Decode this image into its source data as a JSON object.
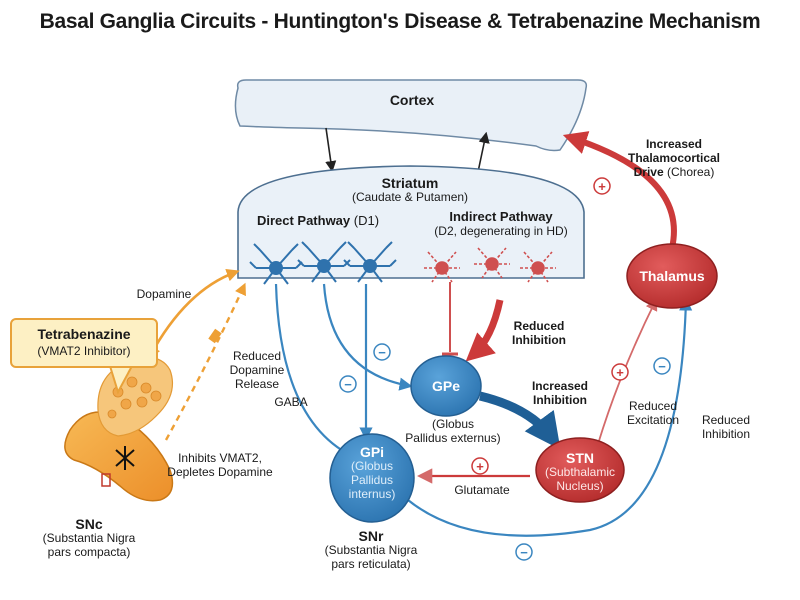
{
  "title": "Basal Ganglia Circuits - Huntington's Disease & Tetrabenazine Mechanism",
  "nodes": {
    "cortex": "Cortex",
    "striatum": {
      "name": "Striatum",
      "sub": "(Caudate & Putamen)"
    },
    "direct": {
      "name": "Direct Pathway",
      "receptor": "(D1)"
    },
    "indirect": {
      "name": "Indirect Pathway",
      "sub": "(D2, degenerating in HD)"
    },
    "gpe": {
      "abbr": "GPe",
      "full_1": "(Globus",
      "full_2": "Pallidus externus)"
    },
    "gpi": {
      "abbr": "GPi",
      "full_1": "(Globus",
      "full_2": "Pallidus",
      "full_3": "internus)"
    },
    "stn": {
      "abbr": "STN",
      "full_1": "(Subthalamic",
      "full_2": "Nucleus)"
    },
    "thalamus": "Thalamus",
    "snc": {
      "abbr": "SNc",
      "full_1": "(Substantia Nigra",
      "full_2": "pars compacta)"
    },
    "snr": {
      "abbr": "SNr",
      "full_1": "(Substantia Nigra",
      "full_2": "pars reticulata)"
    }
  },
  "drug": {
    "name": "Tetrabenazine",
    "sub": "(VMAT2 Inhibitor)"
  },
  "labels": {
    "dopamine": "Dopamine",
    "reduced_dopamine_1": "Reduced",
    "reduced_dopamine_2": "Dopamine",
    "reduced_dopamine_3": "Release",
    "gaba": "GABA",
    "reduced_inhibition_1": "Reduced",
    "reduced_inhibition_2": "Inhibition",
    "increased_inhibition_1": "Increased",
    "increased_inhibition_2": "Inhibition",
    "glutamate": "Glutamate",
    "reduced_excitation_1": "Reduced",
    "reduced_excitation_2": "Excitation",
    "reduced_inhibition_r_1": "Reduced",
    "reduced_inhibition_r_2": "Inhibition",
    "increased_drive_1": "Increased",
    "increased_drive_2": "Thalamocortical",
    "increased_drive_3": "Drive",
    "increased_drive_4": "(Chorea)",
    "inhibits_1": "Inhibits VMAT2,",
    "inhibits_2": "Depletes Dopamine"
  },
  "signs": {
    "plus": "+",
    "minus": "−"
  },
  "colors": {
    "blue": "#3a86c0",
    "dark_blue": "#1f5f96",
    "red": "#cc3a3a",
    "orange": "#eea035",
    "cortex_fill": "#e9f0f7",
    "striatum_fill": "#eaf1f8"
  }
}
